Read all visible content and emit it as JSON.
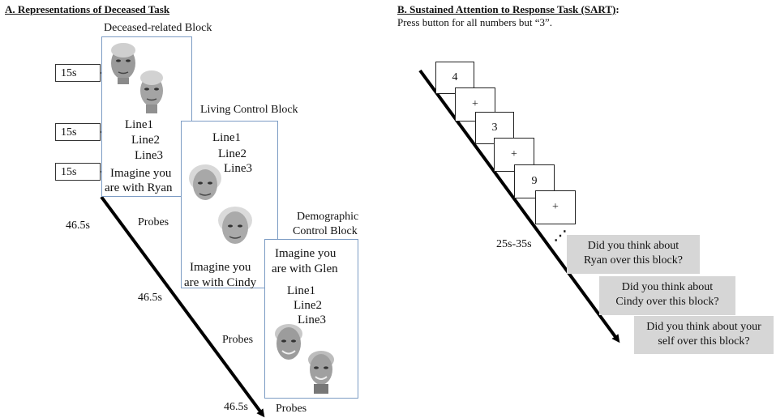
{
  "panel_a": {
    "title": "A. Representations of Deceased Task",
    "time_boxes": [
      "15s",
      "15s",
      "15s"
    ],
    "durations": [
      "46.5s",
      "46.5s",
      "46.5s"
    ],
    "probes_labels": [
      "Probes",
      "Probes",
      "Probes"
    ],
    "deceased_block": {
      "label": "Deceased-related Block",
      "lines": [
        "Line1",
        "Line2",
        "Line3"
      ],
      "imagine": [
        "Imagine you",
        "are with Ryan"
      ]
    },
    "living_block": {
      "label": "Living Control Block",
      "lines": [
        "Line1",
        "Line2",
        "Line3"
      ],
      "imagine": [
        "Imagine you",
        "are with Cindy"
      ]
    },
    "demographic_block": {
      "label": [
        "Demographic",
        "Control Block"
      ],
      "imagine": [
        "Imagine you",
        "are with Glen"
      ],
      "lines": [
        "Line1",
        "Line2",
        "Line3"
      ]
    }
  },
  "panel_b": {
    "title": "B. Sustained Attention to Response Task (SART)",
    "title_suffix": ":",
    "instruction": "Press button for all numbers but “3”.",
    "cards": [
      "4",
      "+",
      "3",
      "+",
      "9",
      "+"
    ],
    "ellipsis": "⋰",
    "duration": "25s-35s",
    "probes": [
      [
        "Did you think about",
        "Ryan over this block?"
      ],
      [
        "Did you think about",
        "Cindy over this block?"
      ],
      [
        "Did you think about your",
        "self over this block?"
      ]
    ]
  }
}
